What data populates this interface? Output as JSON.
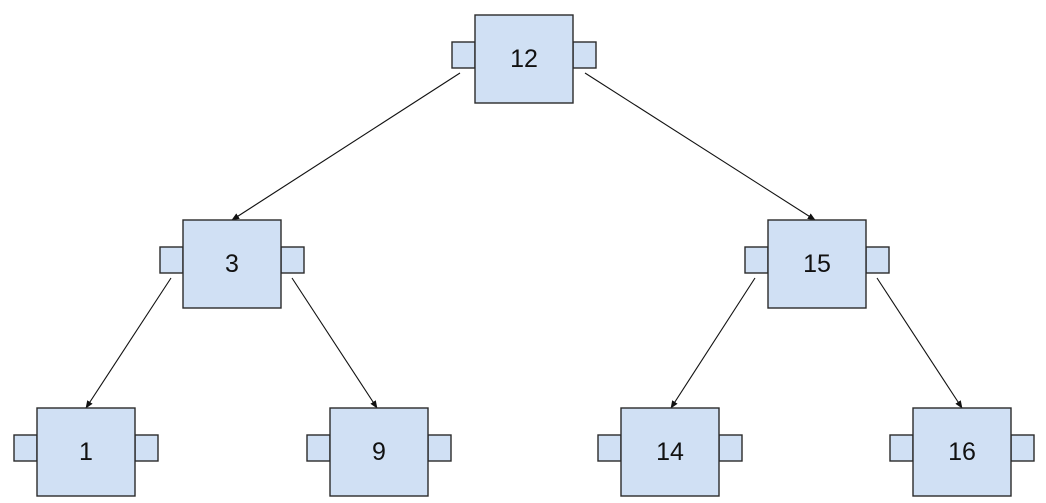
{
  "tree": {
    "nodes": [
      {
        "id": "n12",
        "label": "12"
      },
      {
        "id": "n3",
        "label": "3"
      },
      {
        "id": "n15",
        "label": "15"
      },
      {
        "id": "n1",
        "label": "1"
      },
      {
        "id": "n9",
        "label": "9"
      },
      {
        "id": "n14",
        "label": "14"
      },
      {
        "id": "n16",
        "label": "16"
      }
    ],
    "edges": [
      {
        "from": "n12",
        "to": "n3"
      },
      {
        "from": "n12",
        "to": "n15"
      },
      {
        "from": "n3",
        "to": "n1"
      },
      {
        "from": "n3",
        "to": "n9"
      },
      {
        "from": "n15",
        "to": "n14"
      },
      {
        "from": "n15",
        "to": "n16"
      }
    ]
  },
  "colors": {
    "node_fill": "#d0e0f4",
    "node_stroke": "#2b2b2b",
    "edge": "#111111",
    "background": "#ffffff"
  }
}
